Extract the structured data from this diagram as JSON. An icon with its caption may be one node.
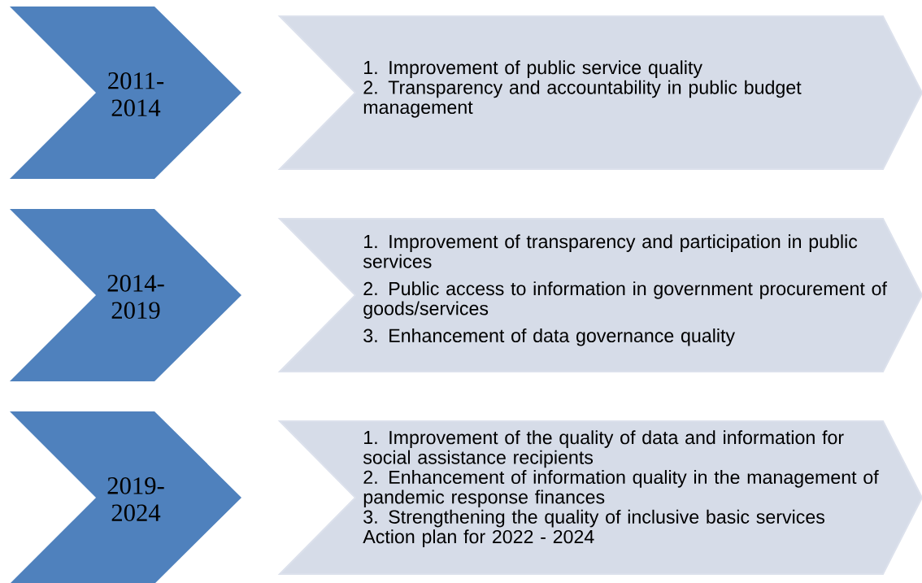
{
  "diagram": {
    "nodes": [
      {
        "text": [
          "2011- 2014"
        ]
      },
      {
        "text": [
          "1. Improvement of public service quality",
          "2. Transparency and accountability in public budget management"
        ]
      },
      {
        "text": [
          "2014- 2019"
        ]
      },
      {
        "text": [
          "1. Improvement of transparency and participation in public services",
          "2. Public access to information in government procurement of goods/services",
          "3. Enhancement of data governance quality"
        ]
      },
      {
        "text": [
          "2019- 2024"
        ]
      },
      {
        "text": [
          "1. Improvement of the quality of data and information for social assistance recipients",
          "2. Enhancement of information quality in the management of pandemic response finances",
          "3. Strengthening the quality of inclusive basic services",
          "Action plan for 2022 - 2024"
        ]
      }
    ]
  }
}
